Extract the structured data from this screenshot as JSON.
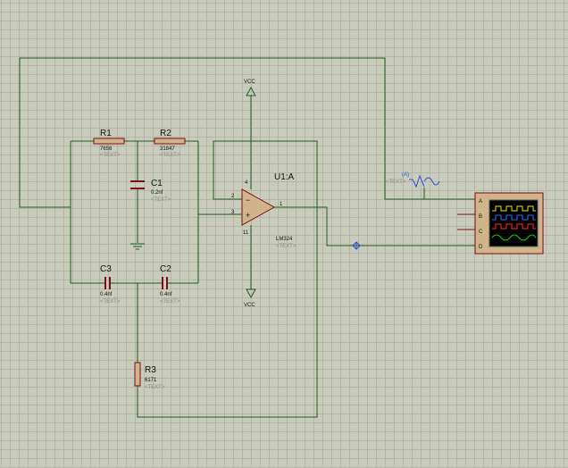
{
  "components": {
    "R1": {
      "ref": "R1",
      "value": "7656",
      "text": "<TEXT>"
    },
    "R2": {
      "ref": "R2",
      "value": "31847",
      "text": "<TEXT>"
    },
    "R3": {
      "ref": "R3",
      "value": "6171",
      "text": "<TEXT>"
    },
    "C1": {
      "ref": "C1",
      "value": "0.2nf",
      "text": "<TEXT>"
    },
    "C2": {
      "ref": "C2",
      "value": "0.4nf",
      "text": "<TEXT>"
    },
    "C3": {
      "ref": "C3",
      "value": "0.4nf",
      "text": "<TEXT>"
    },
    "U1": {
      "ref": "U1:A",
      "value": "LM324",
      "text": "<TEXT>",
      "pin_inv": "2",
      "pin_noninv": "3",
      "pin_out": "1",
      "pin_vplus": "4",
      "pin_vminus": "11"
    }
  },
  "power": {
    "top": "VCC",
    "bottom": "VCC"
  },
  "probe": {
    "label": "(A)",
    "text": "<TEXT>"
  },
  "scope": {
    "channels": [
      "A",
      "B",
      "C",
      "D"
    ],
    "trace_colors": [
      "#e8e800",
      "#3b6cff",
      "#ff2a2a",
      "#20d020"
    ]
  },
  "colors": {
    "wire": "#1d5a1d",
    "component": "#7a1010",
    "background": "#c9ccbd",
    "grid": "#b3b6a6"
  }
}
